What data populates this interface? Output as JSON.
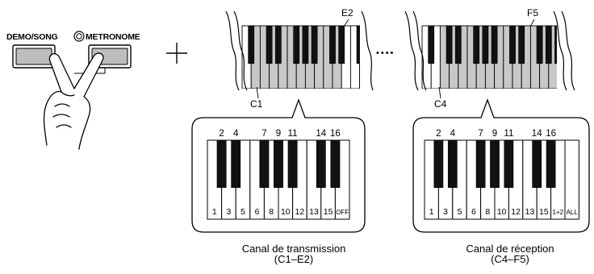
{
  "panel": {
    "demo_song_label": "DEMO/SONG",
    "metronome_label": "METRONOME",
    "plus_sign": "+"
  },
  "keyboards": {
    "left": {
      "top_note": "E2",
      "bottom_note": "C1"
    },
    "right": {
      "top_note": "F5",
      "bottom_note": "C4"
    },
    "ellipsis": "••••"
  },
  "insets": {
    "transmission": {
      "black_numbers": [
        "2",
        "4",
        "7",
        "9",
        "11",
        "14",
        "16"
      ],
      "white_numbers": [
        "1",
        "3",
        "5",
        "6",
        "8",
        "10",
        "12",
        "13",
        "15",
        "OFF"
      ],
      "caption_line1": "Canal de transmission",
      "caption_line2": "(C1–E2)"
    },
    "reception": {
      "black_numbers": [
        "2",
        "4",
        "7",
        "9",
        "11",
        "14",
        "16"
      ],
      "white_numbers": [
        "1",
        "3",
        "5",
        "6",
        "8",
        "10",
        "12",
        "13",
        "15",
        "1+2",
        "ALL"
      ],
      "caption_line1": "Canal de réception",
      "caption_line2": "(C4–F5)"
    }
  },
  "colors": {
    "highlight": "#c8c8c8",
    "button_fill": "#bdbdbd",
    "black_key": "#111111"
  }
}
